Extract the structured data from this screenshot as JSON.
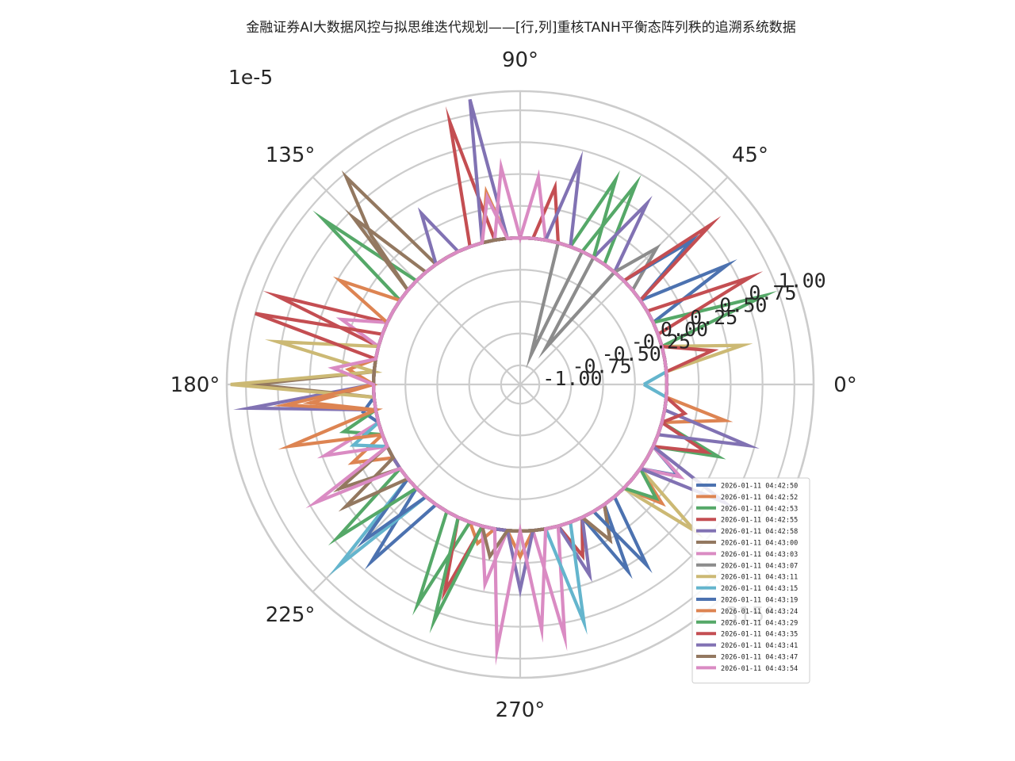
{
  "chart_data": {
    "type": "polar-line",
    "title": "金融证券AI大数据风控与拟思维迭代规划——[行,列]重核TANH平衡态阵列秩的追溯系统数据",
    "offset_label": "1e-5",
    "angle_ticks": [
      "0°",
      "45°",
      "90°",
      "135°",
      "180°",
      "225°",
      "270°",
      "315°"
    ],
    "radial_ticks": [
      "-1.00",
      "-0.75",
      "-0.50",
      "-0.25",
      "0.00",
      "0.25",
      "0.50",
      "0.75",
      "1.00"
    ],
    "r_range": [
      -1.15,
      1.15
    ],
    "grid": true,
    "legend_placement": "lower-right",
    "palette": [
      "#4c72b0",
      "#dd8452",
      "#55a868",
      "#c44e52",
      "#8172b3",
      "#937860",
      "#da8bc3",
      "#8c8c8c",
      "#ccb974",
      "#64b5cd"
    ],
    "series": [
      {
        "name": "2026-01-11 04:42:50",
        "spikes": [
          [
            30,
            0.72
          ],
          [
            192,
            0.1
          ],
          [
            232,
            0.66
          ],
          [
            298,
            0.54
          ],
          [
            330,
            0.28
          ]
        ]
      },
      {
        "name": "2026-01-11 04:42:52",
        "spikes": [
          [
            102,
            0.38
          ],
          [
            176,
            0.2
          ],
          [
            186,
            0.5
          ],
          [
            205,
            0.3
          ],
          [
            256,
            0.14
          ],
          [
            300,
            0.26
          ],
          [
            322,
            0.3
          ],
          [
            352,
            0.48
          ]
        ]
      },
      {
        "name": "2026-01-11 04:42:53",
        "spikes": [
          [
            20,
            0.88
          ],
          [
            58,
            0.66
          ],
          [
            140,
            0.86
          ],
          [
            196,
            0.28
          ],
          [
            244,
            0.75
          ],
          [
            290,
            0.28
          ],
          [
            340,
            0.5
          ]
        ]
      },
      {
        "name": "2026-01-11 04:42:55",
        "spikes": [
          [
            25,
            0.84
          ],
          [
            78,
            0.42
          ],
          [
            104,
            0.98
          ],
          [
            162,
            0.88
          ],
          [
            248,
            0.58
          ],
          [
            292,
            0.28
          ],
          [
            338,
            0.4
          ]
        ]
      },
      {
        "name": "2026-01-11 04:42:58",
        "spikes": [
          [
            54,
            0.58
          ],
          [
            98,
            1.12
          ],
          [
            184,
            0.98
          ],
          [
            290,
            0.44
          ],
          [
            345,
            0.7
          ]
        ]
      },
      {
        "name": "2026-01-11 04:43:00",
        "spikes": [
          [
            128,
            0.97
          ],
          [
            134,
            0.5
          ],
          [
            178,
            0.94
          ],
          [
            210,
            0.48
          ],
          [
            298,
            0.26
          ]
        ]
      },
      {
        "name": "2026-01-11 04:43:03",
        "spikes": [
          [
            84,
            0.48
          ],
          [
            96,
            0.56
          ],
          [
            160,
            0.34
          ],
          [
            202,
            0.48
          ],
          [
            258,
            0.44
          ],
          [
            282,
            0.86
          ],
          [
            330,
            0.3
          ]
        ]
      },
      {
        "name": "2026-01-11 04:43:07",
        "spikes": [
          [
            46,
            0.36
          ],
          [
            56,
            -0.8
          ],
          [
            70,
            -0.9
          ]
        ]
      },
      {
        "name": "2026-01-11 04:43:11",
        "spikes": [
          [
            8,
            0.62
          ],
          [
            170,
            0.78
          ],
          [
            180,
            1.12
          ],
          [
            318,
            0.64
          ]
        ]
      },
      {
        "name": "2026-01-11 04:43:15",
        "spikes": [
          [
            198,
            0.24
          ],
          [
            225,
            0.86
          ],
          [
            286,
            0.78
          ],
          [
            358,
            -0.18
          ]
        ]
      },
      {
        "name": "2026-01-11 04:43:19",
        "spikes": [
          [
            40,
            0.6
          ],
          [
            226,
            0.58
          ],
          [
            306,
            0.58
          ]
        ]
      },
      {
        "name": "2026-01-11 04:43:24",
        "spikes": [
          [
            150,
            0.48
          ],
          [
            186,
            0.7
          ],
          [
            196,
            0.72
          ],
          [
            270,
            0.2
          ]
        ]
      },
      {
        "name": "2026-01-11 04:43:29",
        "spikes": [
          [
            64,
            0.62
          ],
          [
            220,
            0.72
          ],
          [
            252,
            0.82
          ],
          [
            320,
            0.24
          ]
        ]
      },
      {
        "name": "2026-01-11 04:43:35",
        "spikes": [
          [
            40,
            0.8
          ],
          [
            12,
            0.38
          ],
          [
            166,
            1.0
          ],
          [
            348,
            0.16
          ]
        ]
      },
      {
        "name": "2026-01-11 04:43:41",
        "spikes": [
          [
            74,
            0.66
          ],
          [
            120,
            0.4
          ],
          [
            268,
            0.46
          ],
          [
            328,
            0.7
          ]
        ]
      },
      {
        "name": "2026-01-11 04:43:47",
        "spikes": [
          [
            136,
            0.7
          ],
          [
            214,
            0.52
          ],
          [
            262,
            0.22
          ]
        ]
      },
      {
        "name": "2026-01-11 04:43:54",
        "spikes": [
          [
            100,
            0.34
          ],
          [
            176,
            0.32
          ],
          [
            208,
            0.7
          ],
          [
            264,
            0.94
          ],
          [
            276,
            0.78
          ]
        ]
      }
    ]
  }
}
